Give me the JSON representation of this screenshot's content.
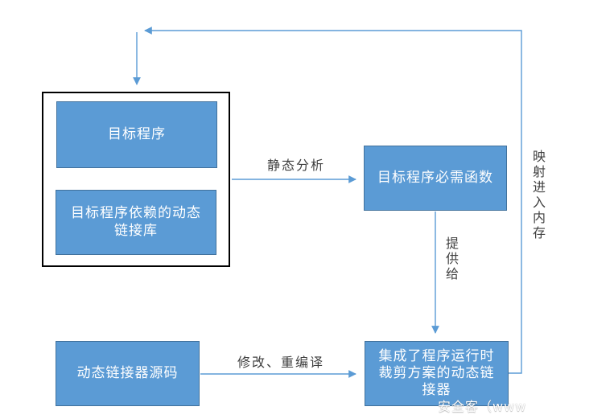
{
  "diagram": {
    "boxes": {
      "target_program": "目标程序",
      "dependent_libs": "目标程序依赖的动态\n链接库",
      "required_functions": "目标程序必需函数",
      "modified_linker": "集成了程序运行时\n裁剪方案的动态链\n接器",
      "linker_source": "动态链接器源码"
    },
    "edge_labels": {
      "static_analysis": "静态分析",
      "provide_to": "提供给",
      "modify_recompile": "修改、重编译",
      "map_into_memory": "映射进入内存"
    },
    "watermark": "安全客（www",
    "colors": {
      "box_fill": "#5b9bd5",
      "box_border": "#41719c",
      "connector": "#5b9bd5",
      "outer_border": "#000000",
      "label_text": "#3f3f3f"
    }
  }
}
